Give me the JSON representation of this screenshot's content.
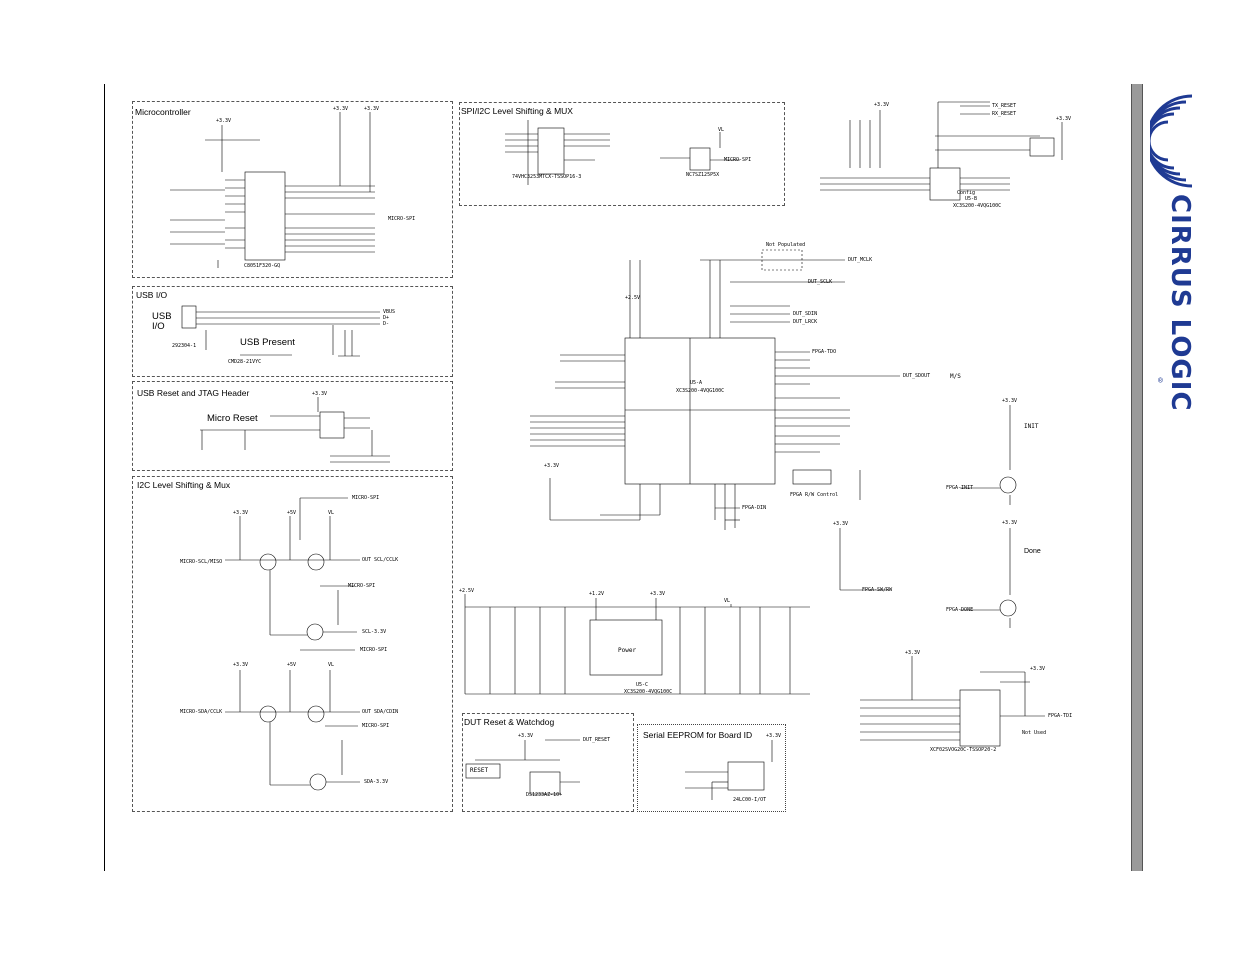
{
  "sections": {
    "microcontroller": "Microcontroller",
    "spi_i2c": "SPI/I2C Level Shifting & MUX",
    "usb_io": "USB I/O",
    "usb_reset_jtag": "USB Reset and JTAG Header",
    "i2c_level": "I2C Level Shifting & Mux",
    "dut_reset": "DUT Reset & Watchdog",
    "eeprom": "Serial EEPROM for Board ID"
  },
  "labels": {
    "usb_io_big": "USB I/O",
    "usb_present": "USB Present",
    "micro_reset": "Micro Reset",
    "reset_button": "RESET",
    "not_populated": "Not Populated",
    "power": "Power",
    "done": "Done",
    "init": "INIT",
    "config": "Config",
    "fpga_control": "FPGA R/W Control",
    "not_used": "Not Used"
  },
  "chips": {
    "micro": "C8051F320-GQ",
    "fpga_a": "XC3S200-4VQG100C",
    "fpga_a_id": "U5-A",
    "fpga_b": "XC3S200-4VQG100C",
    "fpga_b_id": "U5-B",
    "fpga_c": "XC3S200-4VQG100C",
    "fpga_c_id": "U5-C",
    "prom": "XCF02SVOG20C-TSSOP20-2",
    "mux": "74VHC3253MTCX-TSSOP16-3",
    "buffer": "NC7SZ125P5X",
    "eeprom": "24LC00-I/OT",
    "watchdog": "DS1233AZ-10+",
    "usb_conn": "292304-1",
    "led_part": "CMD28-21VYC"
  },
  "rails": {
    "v33": "+3.3V",
    "v25": "+2.5V",
    "v12": "+1.2V",
    "v5": "+5V",
    "vl": "VL"
  },
  "signals": {
    "micro_spi": "MICRO-SPI",
    "micro_scl": "MICRO-SCL/MISO",
    "micro_sda": "MICRO-SDA/CCLK",
    "out_scl": "OUT SCL/CCLK",
    "out_sda": "OUT SDA/CDIN",
    "scl_33": "SCL-3.3V",
    "sda_33": "SDA-3.3V",
    "dut_mclk": "DUT_MCLK",
    "dut_sclk": "DUT_SCLK",
    "dut_sdin": "DUT_SDIN",
    "dut_lrck": "DUT_LRCK",
    "dut_sdout": "DUT_SDOUT",
    "fpga_tdo": "FPGA-TDO",
    "fpga_tdi": "FPGA-TDI",
    "fpga_init": "FPGA-INIT",
    "fpga_done": "FPGA-DONE",
    "fpga_din": "FPGA-DIN",
    "fpga_sw_rw": "FPGA-SW/RW",
    "tx_reset": "TX_RESET",
    "rx_reset": "RX_RESET",
    "dut_reset": "DUT_RESET",
    "vbus": "VBUS",
    "dplus": "D+",
    "dminus": "D-",
    "ms": "M/S"
  },
  "brand": {
    "name": "CIRRUS LOGIC",
    "registered": "®",
    "color": "#1f3a93"
  }
}
